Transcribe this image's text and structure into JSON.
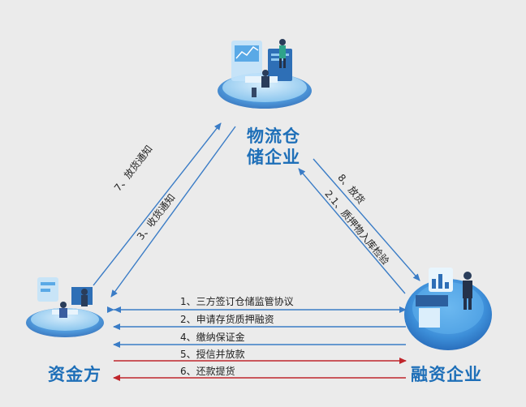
{
  "nodes": {
    "logistics": {
      "label_line1": "物流仓",
      "label_line2": "储企业"
    },
    "funder": {
      "label": "资金方"
    },
    "financing": {
      "label": "融资企业"
    }
  },
  "flows": {
    "left_upper": "7、放货通知",
    "left_lower": "3、收货通知",
    "right_upper": "8、放货",
    "right_lower": "2.1、质押物入库检验",
    "bottom": [
      {
        "label": "1、三方签订仓储监管协议",
        "direction": "both",
        "color": "#3a7cc6"
      },
      {
        "label": "2、申请存货质押融资",
        "direction": "left",
        "color": "#3a7cc6"
      },
      {
        "label": "4、缴纳保证金",
        "direction": "left",
        "color": "#3a7cc6"
      },
      {
        "label": "5、授信并放款",
        "direction": "right",
        "color": "#c0262c"
      },
      {
        "label": "6、还款提货",
        "direction": "left",
        "color": "#c0262c"
      }
    ]
  },
  "colors": {
    "blue_arrow": "#3a7cc6",
    "red_arrow": "#c0262c",
    "label": "#1e6fb8"
  }
}
